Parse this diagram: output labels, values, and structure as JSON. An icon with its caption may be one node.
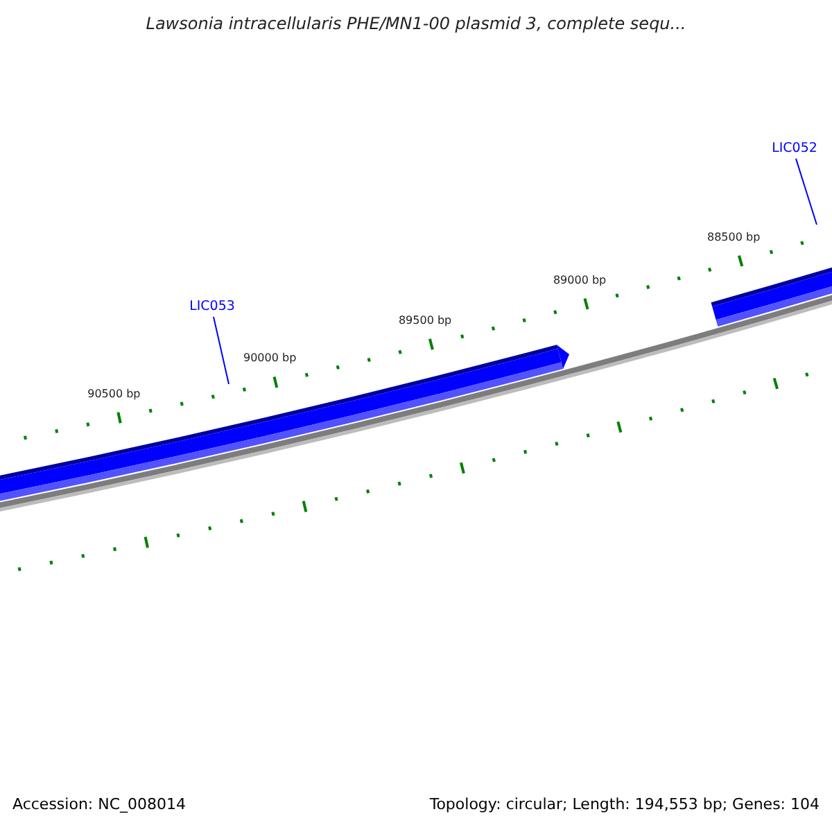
{
  "diagram": {
    "title": "Lawsonia intracellularis PHE/MN1-00 plasmid 3, complete sequ...",
    "nodes": [
      {
        "text": [
          "LIC052"
        ]
      },
      {
        "text": [],
        "shape": "bar"
      },
      {
        "text": [
          "LIC053"
        ]
      },
      {
        "text": [],
        "shape": "bar"
      }
    ],
    "edges": [
      {
        "from": 0,
        "to": 1,
        "arrow": "none"
      },
      {
        "from": 2,
        "to": 3,
        "arrow": "none"
      }
    ],
    "labels": [
      "88500 bp",
      "89000 bp",
      "89500 bp",
      "90000 bp",
      "90500 bp",
      "Accession: NC_008014",
      "Topology: circular; Length: 194,553 bp; Genes: 104"
    ]
  }
}
